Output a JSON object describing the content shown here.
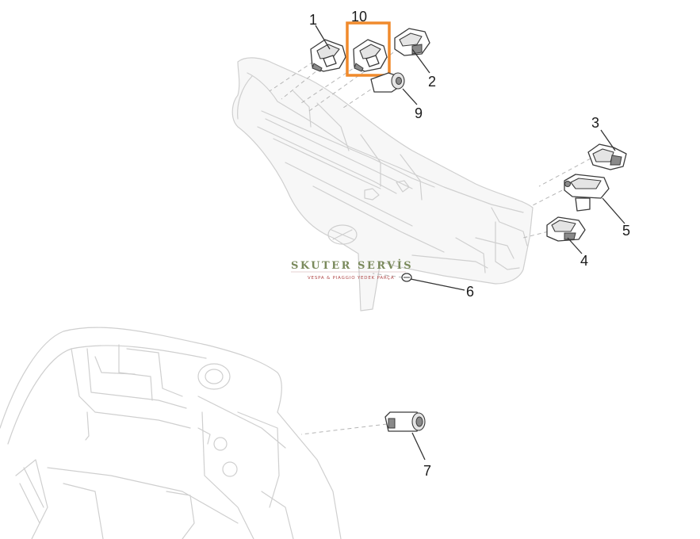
{
  "callouts": {
    "c1": "1",
    "c10": "10",
    "c2": "2",
    "c9": "9",
    "c3": "3",
    "c5": "5",
    "c4": "4",
    "c6": "6",
    "c7": "7"
  },
  "watermark": {
    "title": "SKUTER SERVİS",
    "subtitle": "VESPA & PIAGGIO YEDEK PARÇA",
    "title_color": "#7a8a5c",
    "subtitle_color": "#b04848"
  },
  "highlight": {
    "part": "10",
    "color": "#f08a2c"
  }
}
